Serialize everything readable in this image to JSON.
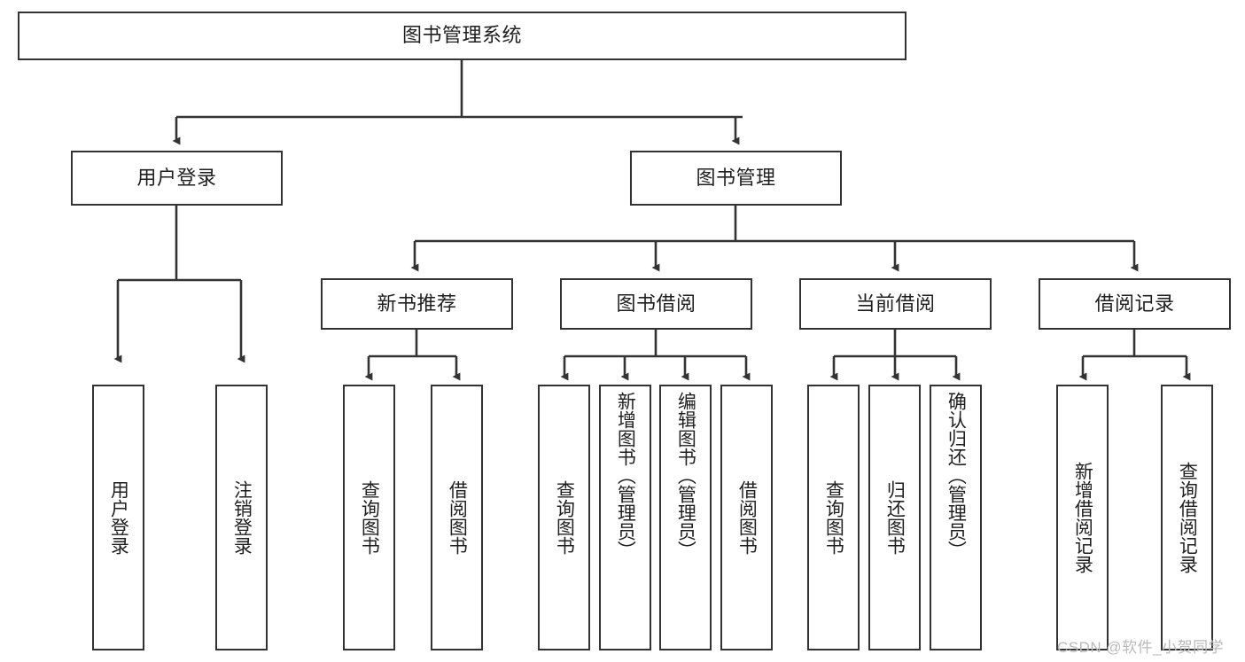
{
  "diagram": {
    "title": "图书管理系统",
    "type": "tree",
    "colors": {
      "node_border": "#333333",
      "node_fill": "#ffffff",
      "edge": "#333333",
      "text": "#1f1f1f",
      "watermark": "#b9b9b9",
      "background": "#ffffff"
    },
    "root": {
      "id": "root",
      "label": "图书管理系统"
    },
    "level2": [
      {
        "id": "user-login",
        "label": "用户登录"
      },
      {
        "id": "book-management",
        "label": "图书管理"
      }
    ],
    "level3": [
      {
        "id": "new-book-recommend",
        "label": "新书推荐"
      },
      {
        "id": "book-borrow",
        "label": "图书借阅"
      },
      {
        "id": "current-borrow",
        "label": "当前借阅"
      },
      {
        "id": "borrow-record",
        "label": "借阅记录"
      }
    ],
    "leaves": {
      "user_login": [
        {
          "id": "leaf-user-login",
          "label": "用户登录"
        },
        {
          "id": "leaf-user-logout",
          "label": "注销登录"
        }
      ],
      "new_book_recommend": [
        {
          "id": "leaf-query-book-1",
          "label": "查询图书"
        },
        {
          "id": "leaf-borrow-book-1",
          "label": "借阅图书"
        }
      ],
      "book_borrow": [
        {
          "id": "leaf-query-book-2",
          "label": "查询图书"
        },
        {
          "id": "leaf-add-book",
          "label": "新增图书（管理员）"
        },
        {
          "id": "leaf-edit-book",
          "label": "编辑图书（管理员）"
        },
        {
          "id": "leaf-borrow-book-2",
          "label": "借阅图书"
        }
      ],
      "current_borrow": [
        {
          "id": "leaf-query-book-3",
          "label": "查询图书"
        },
        {
          "id": "leaf-return-book",
          "label": "归还图书"
        },
        {
          "id": "leaf-confirm-return",
          "label": "确认归还（管理员）"
        }
      ],
      "borrow_record": [
        {
          "id": "leaf-add-record",
          "label": "新增借阅记录"
        },
        {
          "id": "leaf-query-record",
          "label": "查询借阅记录"
        }
      ]
    },
    "watermark": "CSDN @软件_小贺同学"
  }
}
